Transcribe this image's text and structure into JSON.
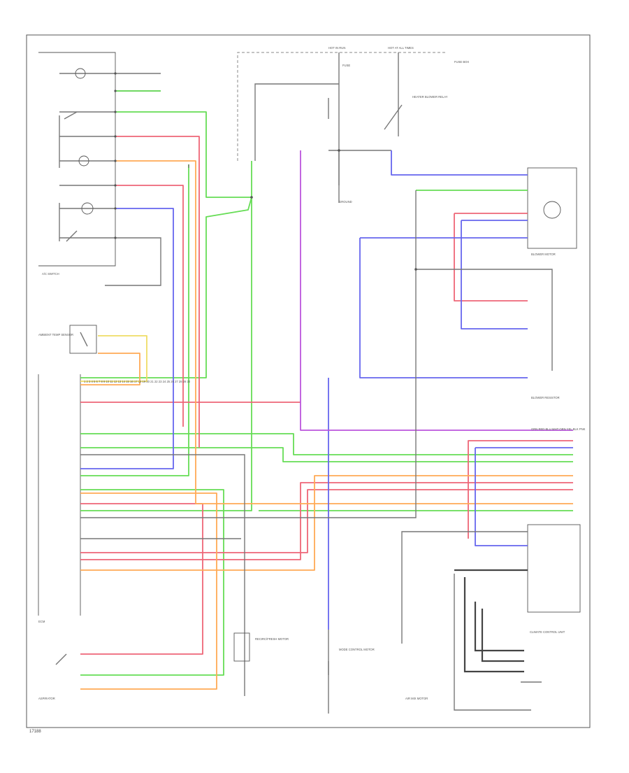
{
  "footer": {
    "code": "17188"
  },
  "colors": {
    "green": "#66dd55",
    "red": "#ee6677",
    "orange": "#ffaa55",
    "blue": "#6666ee",
    "purple": "#bb55dd",
    "yellow": "#eedd66",
    "black": "#666666",
    "gray": "#cccccc"
  },
  "labels": {
    "hot_in_run": "HOT IN RUN",
    "hot_at_all_times": "HOT AT ALL TIMES",
    "fuse": "FUSE",
    "fuse_box": "FUSE BOX",
    "heater_blower_relay": "HEATER BLOWER RELAY",
    "blower_motor": "BLOWER MOTOR",
    "blower_resistor": "BLOWER RESISTOR",
    "climate_control_unit": "CLIMATE CONTROL UNIT",
    "ac_switch": "A/C SWITCH",
    "ambient_temp_sensor": "AMBIENT TEMP SENSOR",
    "ground": "GROUND",
    "aspirator": "ASPIRATOR",
    "recirc_fresh_motor": "RECIRC/FRESH MOTOR",
    "mode_control_motor": "MODE CONTROL MOTOR",
    "air_mix_motor": "AIR MIX MOTOR",
    "ecm": "ECM",
    "pin_list": "1 2 3 4 5 6 7 8 9 10 11 12 13 14 15 16 17 18 19 20 21 22 23 24 25 26 27 28 29 30",
    "wire_colors": "GRN RED BLU WHT ORN YEL BLK PNK"
  }
}
